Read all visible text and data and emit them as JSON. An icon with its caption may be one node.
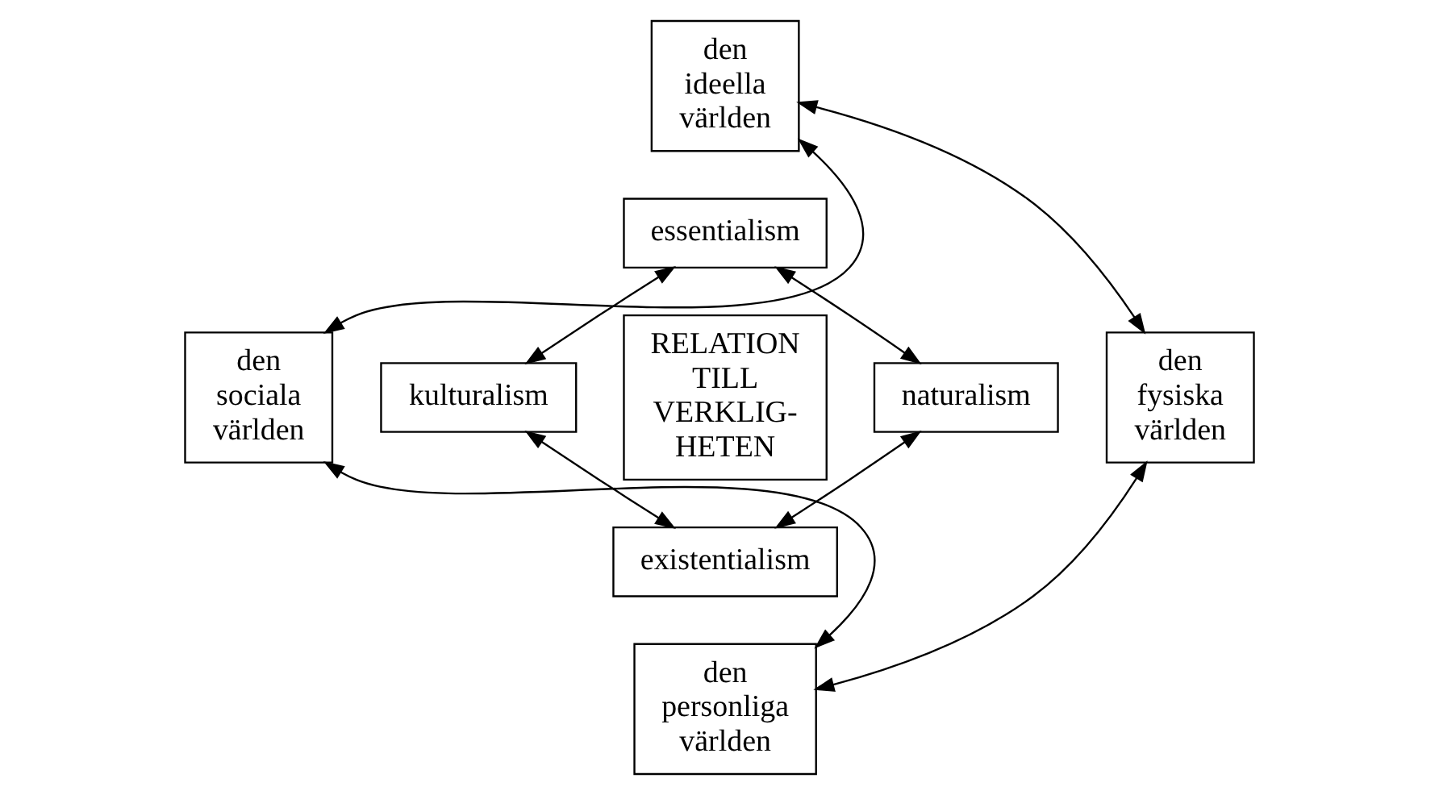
{
  "diagram": {
    "nodes": [
      {
        "text": [
          "den ideella världen"
        ]
      },
      {
        "text": [
          "essentialism"
        ]
      },
      {
        "text": [
          "den sociala världen"
        ]
      },
      {
        "text": [
          "kulturalism"
        ]
      },
      {
        "text": [
          "RELATION TILL VERKLIG- HETEN"
        ]
      },
      {
        "text": [
          "naturalism"
        ]
      },
      {
        "text": [
          "den fysiska världen"
        ]
      },
      {
        "text": [
          "existentialism"
        ]
      },
      {
        "text": [
          "den personliga världen"
        ]
      }
    ],
    "edges": [
      {
        "from": 0,
        "to": 2,
        "arrow": "both"
      },
      {
        "from": 0,
        "to": 6,
        "arrow": "both"
      },
      {
        "from": 1,
        "to": 3,
        "arrow": "both"
      },
      {
        "from": 1,
        "to": 5,
        "arrow": "both"
      },
      {
        "from": 3,
        "to": 7,
        "arrow": "both"
      },
      {
        "from": 7,
        "to": 5,
        "arrow": "both"
      },
      {
        "from": 2,
        "to": 8,
        "arrow": "both"
      },
      {
        "from": 8,
        "to": 6,
        "arrow": "both"
      }
    ]
  }
}
